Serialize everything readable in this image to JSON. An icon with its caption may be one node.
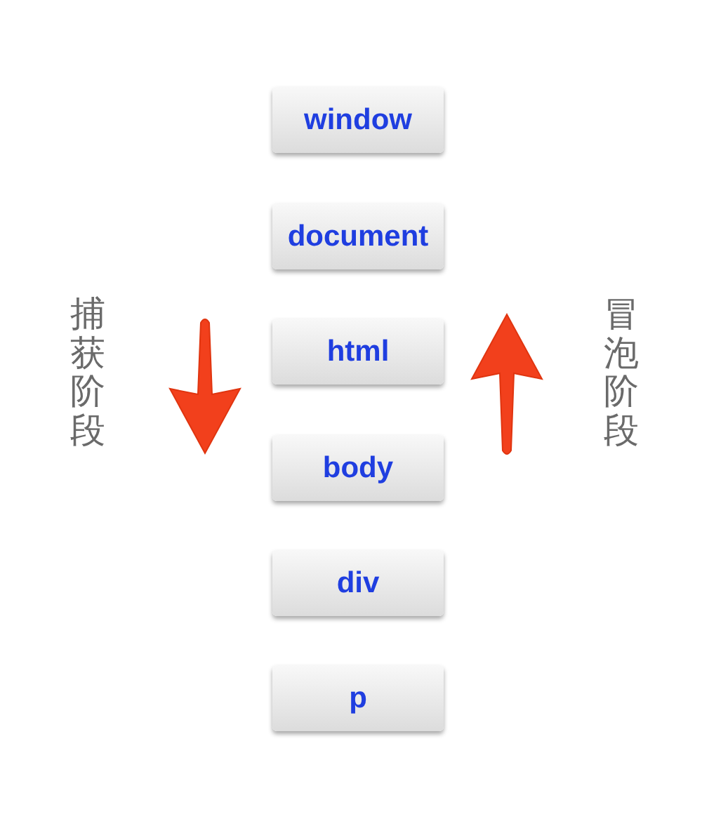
{
  "diagram": {
    "nodes": [
      {
        "text": [
          "window"
        ]
      },
      {
        "text": [
          "document"
        ]
      },
      {
        "text": [
          "html"
        ]
      },
      {
        "text": [
          "body"
        ]
      },
      {
        "text": [
          "div"
        ]
      },
      {
        "text": [
          "p"
        ]
      }
    ],
    "labels": [
      "捕获阶段",
      "冒泡阶段"
    ]
  }
}
